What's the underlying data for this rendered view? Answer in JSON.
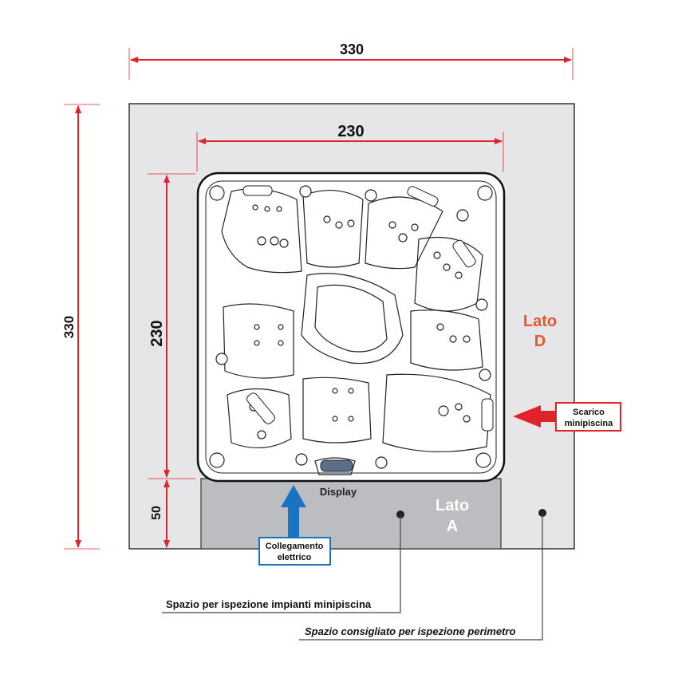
{
  "dimensions": {
    "overall_width": "330",
    "overall_depth": "330",
    "tub_width": "230",
    "tub_depth": "230",
    "inspection_depth": "50"
  },
  "labels": {
    "side_d_line1": "Lato",
    "side_d_line2": "D",
    "side_a_line1": "Lato",
    "side_a_line2": "A",
    "display": "Display",
    "drain_line1": "Scarico",
    "drain_line2": "minipiscina",
    "power_line1": "Collegamento",
    "power_line2": "elettrico",
    "inspection_space": "Spazio per ispezione impianti minipiscina",
    "perimeter_space": "Spazio consigliato per ispezione perimetro"
  },
  "colors": {
    "dimension_red": "#e0232b",
    "side_d_orange": "#e8572a",
    "power_blue": "#1a73be",
    "perimeter_gray": "#e6e6e8",
    "inspection_gray": "#bcbdc0"
  }
}
